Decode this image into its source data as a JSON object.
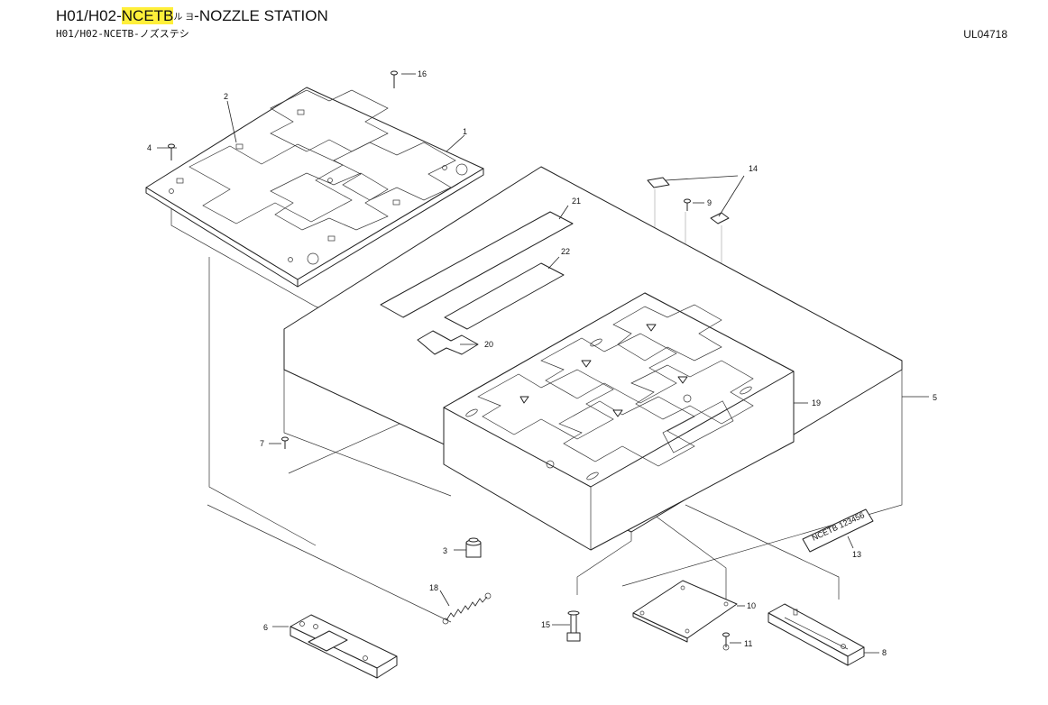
{
  "header": {
    "title_prefix": "H01/H02-",
    "title_highlight": "NCETB",
    "title_ruby": "ル ヨ",
    "title_suffix": "-NOZZLE STATION",
    "subtitle": "H01/H02-NCETB-ノズステシ",
    "drawing_id": "UL04718"
  },
  "parts": [
    "1",
    "2",
    "3",
    "4",
    "5",
    "6",
    "7",
    "8",
    "9",
    "10",
    "11",
    "13",
    "14",
    "15",
    "16",
    "18",
    "19",
    "20",
    "21",
    "22"
  ],
  "label_plate": {
    "text": "NCETB 123456"
  }
}
